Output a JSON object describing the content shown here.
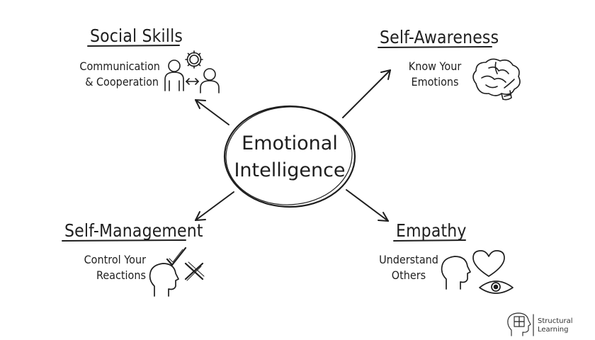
{
  "center": {
    "line1": "Emotional",
    "line2": "Intelligence"
  },
  "nodes": {
    "social": {
      "title": "Social Skills",
      "line1": "Communication",
      "line2": "& Cooperation",
      "icon": "people-gear-icon"
    },
    "awareness": {
      "title": "Self-Awareness",
      "line1": "Know Your",
      "line2": "Emotions",
      "icon": "brain-icon"
    },
    "management": {
      "title": "Self-Management",
      "line1": "Control Your",
      "line2": "Reactions",
      "icon": "head-check-cross-icon"
    },
    "empathy": {
      "title": "Empathy",
      "line1": "Understand",
      "line2": "Others",
      "icon": "head-heart-eye-icon"
    }
  },
  "brand": {
    "line1": "Structural",
    "line2": "Learning",
    "icon": "head-puzzle-logo-icon"
  },
  "colors": {
    "ink": "#1e1e1e",
    "background": "#ffffff"
  }
}
